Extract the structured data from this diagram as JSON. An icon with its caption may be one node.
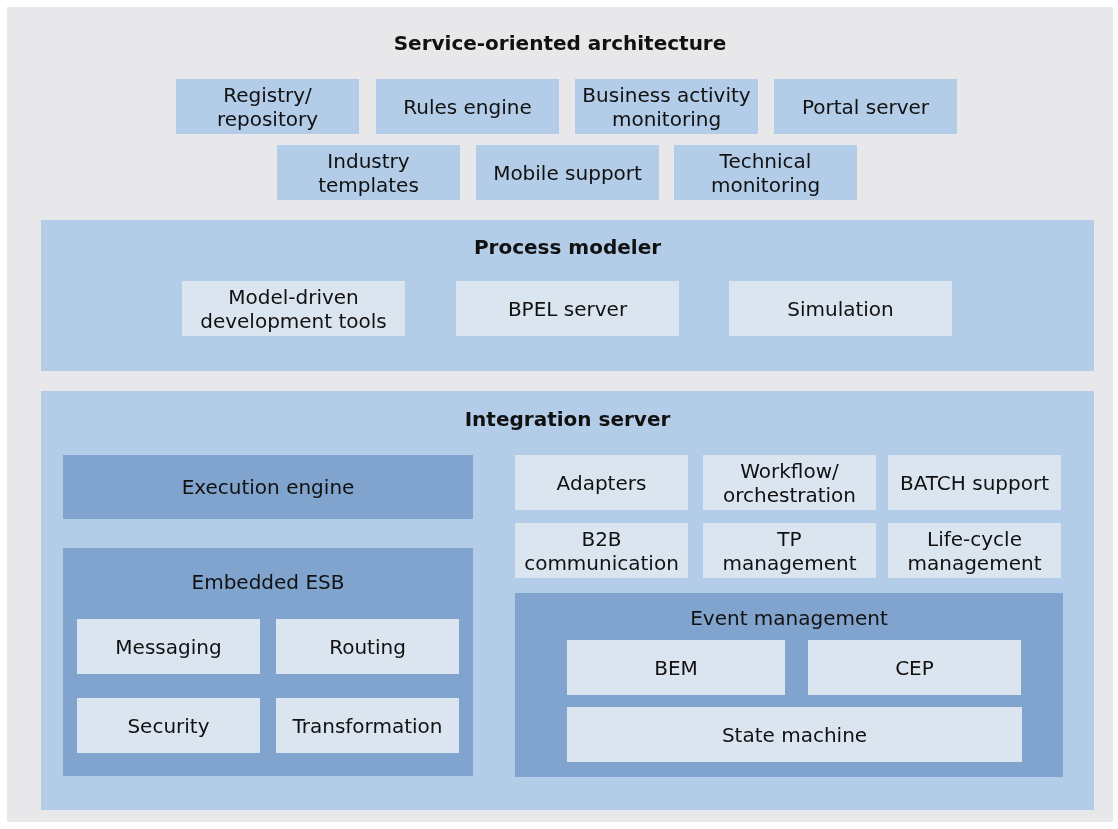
{
  "diagram": {
    "nodes": [
      {
        "text": [
          "Service-oriented architecture"
        ]
      },
      {
        "text": [
          "Registry/ repository"
        ],
        "in": 0
      },
      {
        "text": [
          "Rules engine"
        ],
        "in": 0
      },
      {
        "text": [
          "Business activity monitoring"
        ],
        "in": 0
      },
      {
        "text": [
          "Portal server"
        ],
        "in": 0
      },
      {
        "text": [
          "Industry templates"
        ],
        "in": 0
      },
      {
        "text": [
          "Mobile support"
        ],
        "in": 0
      },
      {
        "text": [
          "Technical monitoring"
        ],
        "in": 0
      },
      {
        "text": [
          "Process modeler"
        ],
        "in": 0
      },
      {
        "text": [
          "Model-driven development tools"
        ],
        "in": 8
      },
      {
        "text": [
          "BPEL server"
        ],
        "in": 8
      },
      {
        "text": [
          "Simulation"
        ],
        "in": 8
      },
      {
        "text": [
          "Integration server"
        ],
        "in": 0
      },
      {
        "text": [
          "Execution engine"
        ],
        "in": 12
      },
      {
        "text": [
          "Embedded ESB"
        ],
        "in": 12
      },
      {
        "text": [
          "Messaging"
        ],
        "in": 14
      },
      {
        "text": [
          "Routing"
        ],
        "in": 14
      },
      {
        "text": [
          "Security"
        ],
        "in": 14
      },
      {
        "text": [
          "Transformation"
        ],
        "in": 14
      },
      {
        "text": [
          "Adapters"
        ],
        "in": 12
      },
      {
        "text": [
          "Workflow/ orchestration"
        ],
        "in": 12
      },
      {
        "text": [
          "BATCH support"
        ],
        "in": 12
      },
      {
        "text": [
          "B2B communication"
        ],
        "in": 12
      },
      {
        "text": [
          "TP management"
        ],
        "in": 12
      },
      {
        "text": [
          "Life-cycle management"
        ],
        "in": 12
      },
      {
        "text": [
          "Event management"
        ],
        "in": 12
      },
      {
        "text": [
          "BEM"
        ],
        "in": 25
      },
      {
        "text": [
          "CEP"
        ],
        "in": 25
      },
      {
        "text": [
          "State machine"
        ],
        "in": 25
      }
    ]
  }
}
